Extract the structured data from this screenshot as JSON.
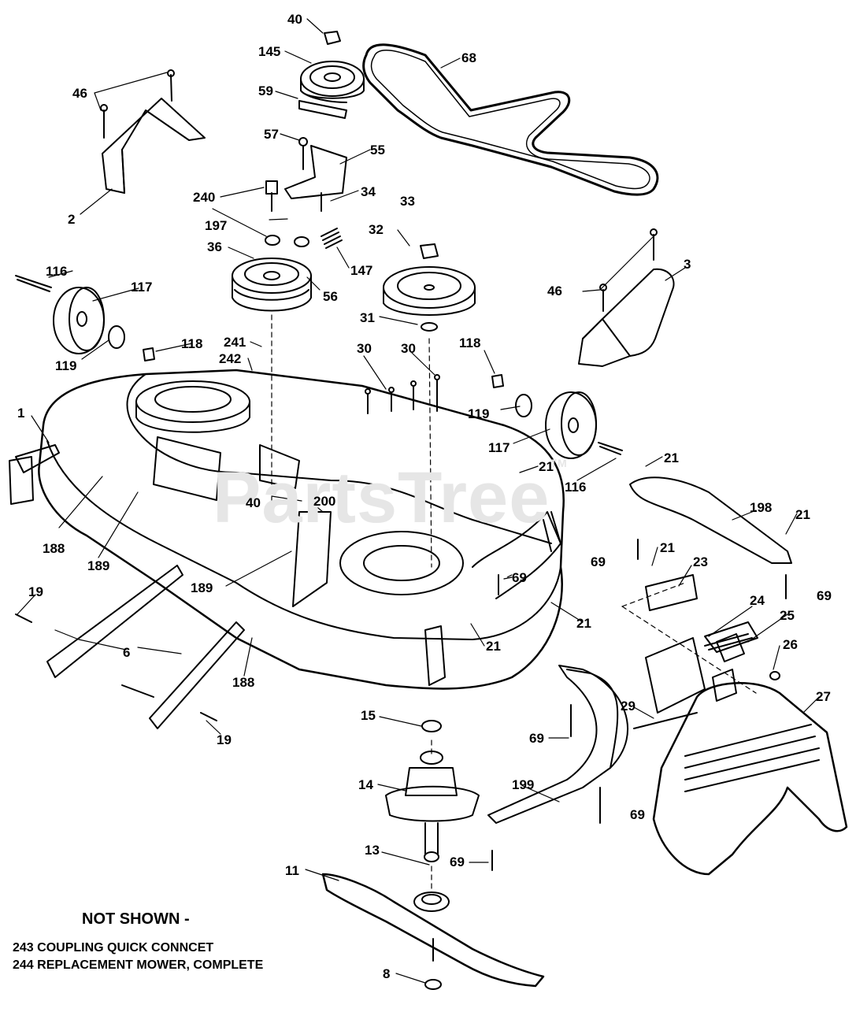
{
  "watermark": {
    "text": "PartsTree",
    "mark": "TM"
  },
  "labels": {
    "l40a": "40",
    "l145": "145",
    "l68": "68",
    "l59": "59",
    "l46a": "46",
    "l57": "57",
    "l55": "55",
    "l2": "2",
    "l240": "240",
    "l34": "34",
    "l33": "33",
    "l32": "32",
    "l197": "197",
    "l36": "36",
    "l147": "147",
    "l116a": "116",
    "l117a": "117",
    "l56": "56",
    "l46b": "46",
    "l3": "3",
    "l31": "31",
    "l241": "241",
    "l118a": "118",
    "l119a": "119",
    "l30a": "30",
    "l30b": "30",
    "l118b": "118",
    "l242": "242",
    "l1": "1",
    "l119b": "119",
    "l117b": "117",
    "l21a": "21",
    "l116b": "116",
    "l21b": "21",
    "l40b": "40",
    "l200": "200",
    "l198": "198",
    "l21c": "21",
    "l188a": "188",
    "l189a": "189",
    "l69a": "69",
    "l21d": "21",
    "l23": "23",
    "l19a": "19",
    "l189b": "189",
    "l69b": "69",
    "l69c": "69",
    "l24": "24",
    "l25": "25",
    "l21e": "21",
    "l6": "6",
    "l21f": "21",
    "l26": "26",
    "l188b": "188",
    "l27": "27",
    "l29": "29",
    "l15": "15",
    "l19b": "19",
    "l69d": "69",
    "l14": "14",
    "l199": "199",
    "l69e": "69",
    "l13": "13",
    "l69f": "69",
    "l11": "11",
    "l8": "8"
  },
  "not_shown": {
    "title": "NOT SHOWN -",
    "items": [
      "243 COUPLING QUICK CONNCET",
      "244 REPLACEMENT MOWER, COMPLETE"
    ]
  }
}
